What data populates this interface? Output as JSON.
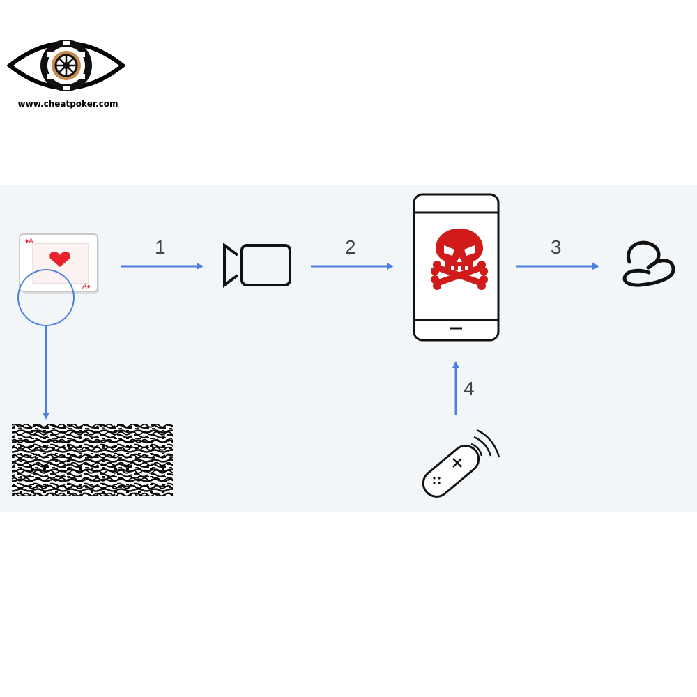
{
  "brand": {
    "url": "www.cheatpoker.com"
  },
  "diagram": {
    "steps": [
      {
        "number": "1"
      },
      {
        "number": "2"
      },
      {
        "number": "3"
      },
      {
        "number": "4"
      }
    ]
  },
  "colors": {
    "arrow": "#4a7fe0",
    "skull": "#d11a1a",
    "card_heart": "#e8232b",
    "panel_bg": "#f3f6f9"
  },
  "icons": {
    "marked_card": "playing-card-icon",
    "camera": "video-camera-icon",
    "phone": "smartphone-icon",
    "malware": "skull-crossbones-icon",
    "earpiece": "earpiece-icon",
    "remote": "remote-control-icon",
    "barcode": "barcode-pattern"
  }
}
